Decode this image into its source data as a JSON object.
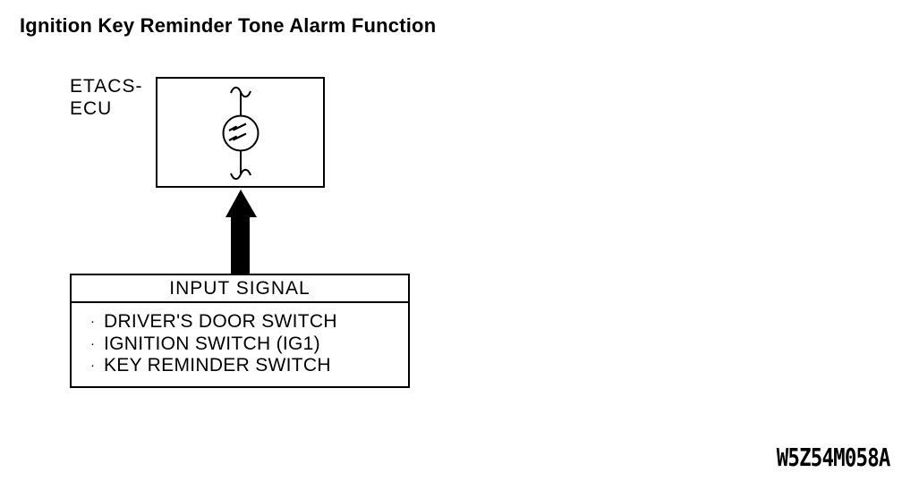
{
  "page": {
    "title": "Ignition Key Reminder Tone Alarm Function",
    "figure_code": "W5Z54M058A"
  },
  "ecu": {
    "label_line1": "ETACS-",
    "label_line2": "ECU",
    "symbol": "tone-alarm"
  },
  "input_signal": {
    "header": "INPUT SIGNAL",
    "bullet": "·",
    "items": [
      "DRIVER'S DOOR SWITCH",
      "IGNITION SWITCH (IG1)",
      "KEY REMINDER SWITCH"
    ]
  },
  "colors": {
    "ink": "#000000",
    "background": "#ffffff"
  }
}
